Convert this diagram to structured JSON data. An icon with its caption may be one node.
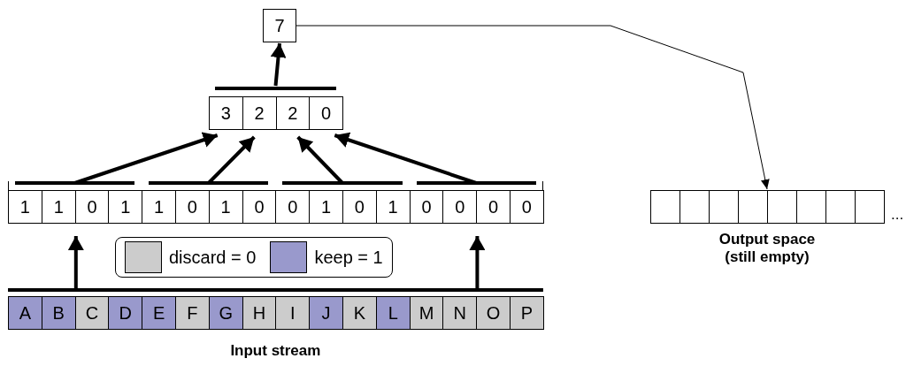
{
  "diagram": {
    "nodes": [
      {
        "text": [
          "7"
        ]
      },
      {
        "text": [],
        "shape": "bar"
      },
      {
        "text": [
          "3"
        ],
        "in": 1
      },
      {
        "text": [
          "2"
        ],
        "in": 1
      },
      {
        "text": [
          "2"
        ],
        "in": 1
      },
      {
        "text": [
          "0"
        ],
        "in": 1
      },
      {
        "text": [],
        "shape": "box"
      },
      {
        "text": [],
        "shape": "bar",
        "in": 6
      },
      {
        "text": [
          "1"
        ],
        "in": 7
      },
      {
        "text": [
          "1"
        ],
        "in": 7
      },
      {
        "text": [
          "0"
        ],
        "in": 7
      },
      {
        "text": [
          "1"
        ],
        "in": 7
      },
      {
        "text": [],
        "shape": "bar",
        "in": 6
      },
      {
        "text": [
          "1"
        ],
        "in": 12
      },
      {
        "text": [
          "0"
        ],
        "in": 12
      },
      {
        "text": [
          "1"
        ],
        "in": 12
      },
      {
        "text": [
          "0"
        ],
        "in": 12
      },
      {
        "text": [],
        "shape": "bar",
        "in": 6
      },
      {
        "text": [
          "0"
        ],
        "in": 17
      },
      {
        "text": [
          "1"
        ],
        "in": 17
      },
      {
        "text": [
          "0"
        ],
        "in": 17
      },
      {
        "text": [
          "1"
        ],
        "in": 17
      },
      {
        "text": [],
        "shape": "bar",
        "in": 6
      },
      {
        "text": [
          "0"
        ],
        "in": 22
      },
      {
        "text": [
          "0"
        ],
        "in": 22
      },
      {
        "text": [
          "0"
        ],
        "in": 22
      },
      {
        "text": [
          "0"
        ],
        "in": 22
      },
      {
        "text": [
          "Input stream"
        ]
      },
      {
        "text": [
          "A"
        ],
        "in": 27
      },
      {
        "text": [
          "B"
        ],
        "in": 27
      },
      {
        "text": [
          "C"
        ],
        "in": 27
      },
      {
        "text": [
          "D"
        ],
        "in": 27
      },
      {
        "text": [
          "E"
        ],
        "in": 27
      },
      {
        "text": [
          "F"
        ],
        "in": 27
      },
      {
        "text": [
          "G"
        ],
        "in": 27
      },
      {
        "text": [
          "H"
        ],
        "in": 27
      },
      {
        "text": [
          "I"
        ],
        "in": 27
      },
      {
        "text": [
          "J"
        ],
        "in": 27
      },
      {
        "text": [
          "K"
        ],
        "in": 27
      },
      {
        "text": [
          "L"
        ],
        "in": 27
      },
      {
        "text": [
          "M"
        ],
        "in": 27
      },
      {
        "text": [
          "N"
        ],
        "in": 27
      },
      {
        "text": [
          "O"
        ],
        "in": 27
      },
      {
        "text": [
          "P"
        ],
        "in": 27
      },
      {
        "text": [
          "Output space (still empty)"
        ],
        "beside": [
          "..."
        ]
      },
      {
        "text": [],
        "shape": "box",
        "in": 44
      },
      {
        "text": [],
        "shape": "box",
        "in": 44
      },
      {
        "text": [],
        "shape": "box",
        "in": 44
      },
      {
        "text": [],
        "shape": "box",
        "in": 44
      },
      {
        "text": [],
        "shape": "box",
        "in": 44
      },
      {
        "text": [],
        "shape": "box",
        "in": 44
      },
      {
        "text": [],
        "shape": "box",
        "in": 44
      },
      {
        "text": [],
        "shape": "box",
        "in": 44
      }
    ],
    "edges": [
      {
        "from": 1,
        "to": 0,
        "arrow": "to"
      },
      {
        "from": 7,
        "to": 2,
        "arrow": "to"
      },
      {
        "from": 12,
        "to": 3,
        "arrow": "to"
      },
      {
        "from": 17,
        "to": 4,
        "arrow": "to"
      },
      {
        "from": 22,
        "to": 5,
        "arrow": "to"
      },
      {
        "from": 27,
        "to": 6,
        "arrow": "to"
      },
      {
        "from": 27,
        "to": 6,
        "arrow": "to"
      },
      {
        "from": 0,
        "to": 44,
        "arrow": "to"
      }
    ],
    "legend": [
      {
        "text": "discard = 0",
        "color": "#cccccc"
      },
      {
        "text": "keep = 1",
        "color": "#9999cc"
      }
    ]
  }
}
